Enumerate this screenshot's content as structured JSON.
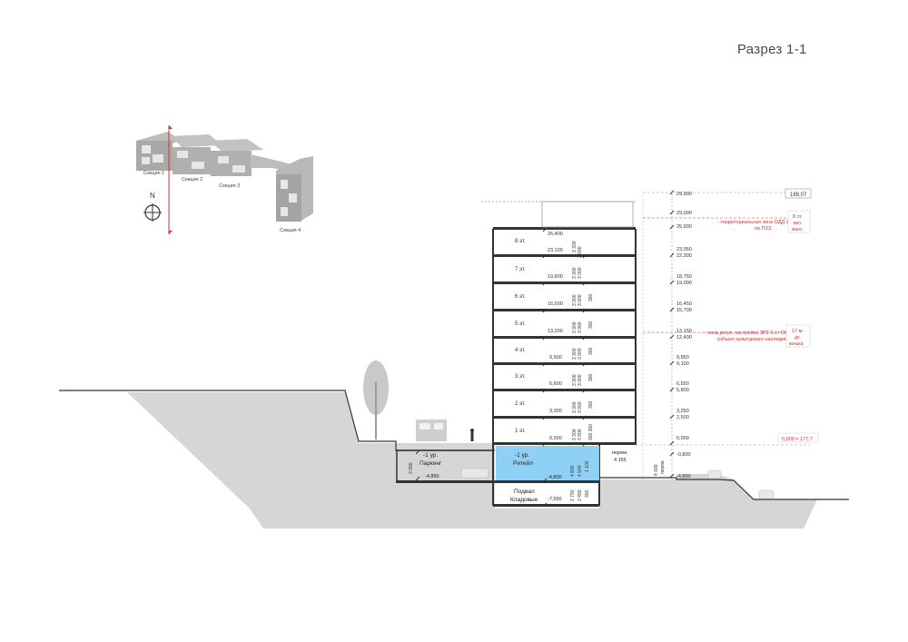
{
  "title": "Разрез 1-1",
  "colors": {
    "ground": "#d6d6d6",
    "ground_line": "#333333",
    "slab": "#333333",
    "retail": "#8fd0f5",
    "red": "#e8262c",
    "dim": "#555555",
    "massing_dark": "#a6a6a6",
    "massing_light": "#d4d4d4"
  },
  "keyplan": {
    "sections": [
      "Секция 1",
      "Секция 2",
      "Секция 3",
      "Секция 4"
    ],
    "north": "N"
  },
  "floors_inside": [
    {
      "label": "8 эт.",
      "level": "26,400",
      "level2": "23,100",
      "dims": [
        "3 300",
        "3 000"
      ]
    },
    {
      "label": "7 эт.",
      "level": "19,800",
      "dims": [
        "3 300",
        "3 000"
      ]
    },
    {
      "label": "6 эт.",
      "level": "16,500",
      "dims": [
        "3 300",
        "3 000",
        "300"
      ]
    },
    {
      "label": "5 эт.",
      "level": "13,200",
      "dims": [
        "3 300",
        "3 000",
        "300"
      ]
    },
    {
      "label": "4 эт.",
      "level": "9,900",
      "dims": [
        "3 300",
        "3 000",
        "300"
      ]
    },
    {
      "label": "3 эт.",
      "level": "6,600",
      "dims": [
        "3 300",
        "3 000",
        "300"
      ]
    },
    {
      "label": "2 эт.",
      "level": "3,300",
      "dims": [
        "3 300",
        "3 000",
        "300"
      ]
    },
    {
      "label": "1 эт.",
      "level": "0,000",
      "dims": [
        "3 300",
        "3 000",
        "300 300"
      ]
    }
  ],
  "outside_levels": [
    "29,900",
    "29,000",
    "25,900",
    "23,050",
    "22,300",
    "18,750",
    "19,000",
    "16,450",
    "15,700",
    "13,150",
    "12,400",
    "9,850",
    "9,100",
    "6,550",
    "5,800",
    "3,250",
    "2,500",
    "0,000",
    "-0,800",
    "-4,800"
  ],
  "underground": {
    "retail": {
      "label1": "-1 ур.",
      "label2": "Ритейл",
      "level": "-4,800",
      "dims": [
        "4 800",
        "4 500",
        "1 100"
      ]
    },
    "parking": {
      "label1": "-1 ур.",
      "label2": "Паркинг",
      "level": "-4,850",
      "dim": "3 950"
    },
    "basement": {
      "label1": "Подвал",
      "label2": "Кладовые",
      "level": "-7,550",
      "dims": [
        "2 750",
        "2 450",
        "300"
      ]
    },
    "perem": {
      "label": "перем.",
      "value": "4 155"
    },
    "side_dim": {
      "value": "4 000",
      "note": "перем."
    }
  },
  "annotations": {
    "top_box": "189,07",
    "zone1_line1": "- территориальная зона ОДД 2",
    "zone1_line2": "по ПЗЗ",
    "zone1_r1": "8 эт.",
    "zone1_r2": "вкл.",
    "zone1_r3": "манс.",
    "zone2_line1": "- зона регул. застройки ЗРЗ-1 ст ОКН",
    "zone2_line2": "(объект культурного наследия)",
    "zone2_r1": "17 м",
    "zone2_r2": "до",
    "zone2_r3": "конька",
    "zero_box": "0,000 = 177,7"
  }
}
